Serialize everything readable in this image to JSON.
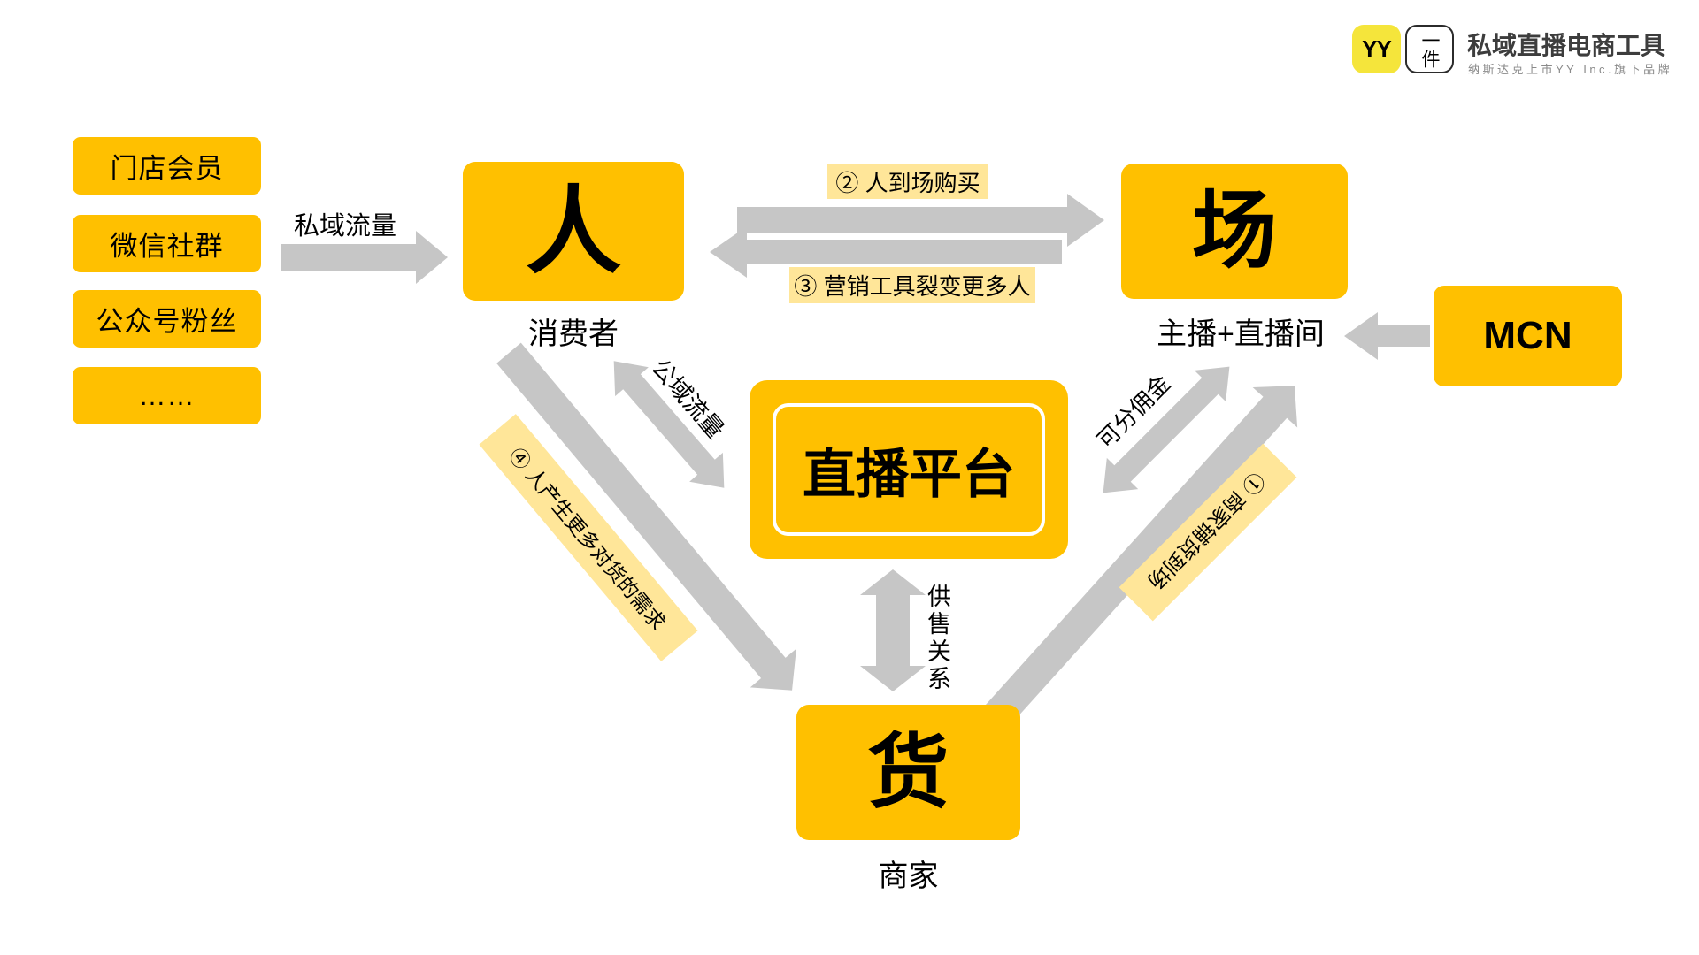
{
  "brand": {
    "yy_logo": "YY",
    "yijian_logo": "一件",
    "title": "私域直播电商工具",
    "subtitle": "纳斯达克上市YY Inc.旗下品牌"
  },
  "sources": {
    "items": [
      "门店会员",
      "微信社群",
      "公众号粉丝",
      "……"
    ]
  },
  "nodes": {
    "people": {
      "label": "人",
      "caption": "消费者"
    },
    "venue": {
      "label": "场",
      "caption": "主播+直播间"
    },
    "goods": {
      "label": "货",
      "caption": "商家"
    },
    "platform": {
      "label": "直播平台"
    },
    "mcn": {
      "label": "MCN"
    }
  },
  "edges": {
    "private_traffic": "私域流量",
    "public_traffic": "公域流量",
    "supply_sale": "供售关系",
    "commission_share": "可分佣金",
    "step1": "① 商家铺货到场",
    "step2": "② 人到场购买",
    "step3": "③ 营销工具裂变更多人",
    "step4": "④ 人产生更多对货的需求"
  },
  "colors": {
    "node_fill": "#FFC000",
    "highlight_fill": "#FFE699",
    "arrow_gray": "#C6C6C6",
    "logo_yellow": "#F5E53B"
  }
}
